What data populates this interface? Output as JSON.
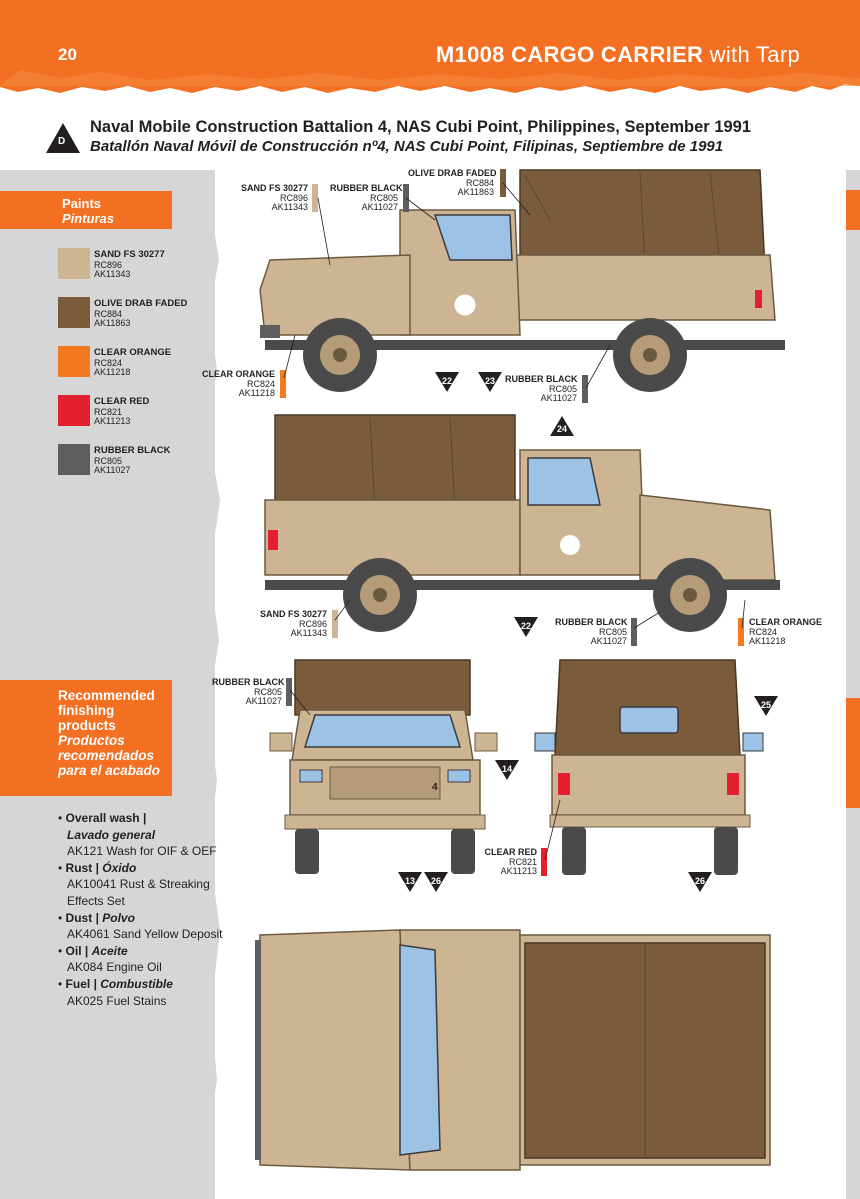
{
  "header": {
    "page_number": "20",
    "title_bold": "M1008 CARGO CARRIER",
    "title_light": "with Tarp"
  },
  "scheme": {
    "letter": "D",
    "title_en": "Naval Mobile Construction Battalion 4, NAS Cubi Point, Philippines, September 1991",
    "title_es": "Batallón Naval Móvil de Construcción nº4, NAS Cubi Point, Filipinas, Septiembre de 1991"
  },
  "paints_box": {
    "title": "Paints",
    "title_es": "Pinturas"
  },
  "paints": [
    {
      "name": "SAND FS 30277",
      "codes": [
        "RC896",
        "AK11343"
      ],
      "color": "#cdb593"
    },
    {
      "name": "OLIVE DRAB FADED",
      "codes": [
        "RC884",
        "AK11863"
      ],
      "color": "#7a5c3d"
    },
    {
      "name": "CLEAR ORANGE",
      "codes": [
        "RC824",
        "AK11218"
      ],
      "color": "#f47a1f"
    },
    {
      "name": "CLEAR RED",
      "codes": [
        "RC821",
        "AK11213"
      ],
      "color": "#e2202f"
    },
    {
      "name": "RUBBER BLACK",
      "codes": [
        "RC805",
        "AK11027"
      ],
      "color": "#5e5e60"
    }
  ],
  "finishing": {
    "title": [
      "Recommended",
      "finishing",
      "products"
    ],
    "title_es": [
      "Productos",
      "recomendados",
      "para el acabado"
    ],
    "items": [
      {
        "en": "Overall wash",
        "es": "Lavado general",
        "products": [
          "AK121 Wash for OIF & OEF"
        ]
      },
      {
        "en": "Rust",
        "es": "Óxido",
        "products": [
          "AK10041 Rust & Streaking",
          "Effects Set"
        ]
      },
      {
        "en": "Dust",
        "es": "Polvo",
        "products": [
          "AK4061 Sand Yellow Deposit"
        ]
      },
      {
        "en": "Oil",
        "es": "Aceite",
        "products": [
          "AK084 Engine Oil"
        ]
      },
      {
        "en": "Fuel",
        "es": "Combustible",
        "products": [
          "AK025 Fuel Stains"
        ]
      }
    ]
  },
  "callouts": [
    {
      "name": "SAND FS 30277",
      "codes": [
        "RC896",
        "AK11343"
      ]
    },
    {
      "name": "RUBBER BLACK",
      "codes": [
        "RC805",
        "AK11027"
      ]
    },
    {
      "name": "OLIVE DRAB FADED",
      "codes": [
        "RC884",
        "AK11863"
      ]
    },
    {
      "name": "CLEAR ORANGE",
      "codes": [
        "RC824",
        "AK11218"
      ]
    },
    {
      "name": "RUBBER BLACK",
      "codes": [
        "RC805",
        "AK11027"
      ]
    },
    {
      "name": "SAND FS 30277",
      "codes": [
        "RC896",
        "AK11343"
      ]
    },
    {
      "name": "RUBBER BLACK",
      "codes": [
        "RC805",
        "AK11027"
      ]
    },
    {
      "name": "CLEAR ORANGE",
      "codes": [
        "RC824",
        "AK11218"
      ]
    },
    {
      "name": "RUBBER BLACK",
      "codes": [
        "RC805",
        "AK11027"
      ]
    },
    {
      "name": "CLEAR RED",
      "codes": [
        "RC821",
        "AK11213"
      ]
    }
  ],
  "decal_markers": [
    "22",
    "23",
    "24",
    "22",
    "14",
    "13",
    "26",
    "25",
    "26"
  ],
  "truck_markings": {
    "bumper_code": "4"
  },
  "colors": {
    "accent": "#f36f21",
    "tarp": "#7a5c3d",
    "sand": "#cdb593",
    "glass": "#9cc3e6"
  }
}
